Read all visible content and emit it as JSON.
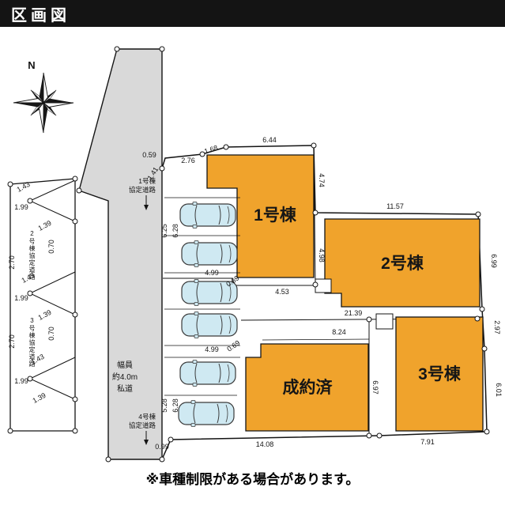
{
  "header": {
    "title": "区画図"
  },
  "footer": {
    "note": "※車種制限がある場合があります。"
  },
  "compass": {
    "label": "N"
  },
  "buildings": {
    "b1": {
      "label": "1号棟"
    },
    "b2": {
      "label": "2号棟"
    },
    "b3": {
      "label": "3号棟"
    },
    "sold": {
      "label": "成約済"
    }
  },
  "annotations": {
    "road1_line1": "1号棟",
    "road1_line2": "協定道路",
    "road4_line1": "4号棟",
    "road4_line2": "協定道路",
    "private_road_line1": "幅員",
    "private_road_line2": "約4.0m",
    "private_road_line3": "私道",
    "easement2": "2号棟協定道路",
    "easement3": "3号棟協定道路"
  },
  "dims": {
    "d059": "0.59",
    "d276": "2.76",
    "d168": "1.68",
    "d644": "6.44",
    "d141": "1.41",
    "d625": "6.25",
    "d628a": "6.28",
    "d474": "4.74",
    "d1157": "11.57",
    "d498": "4.98",
    "d699": "6.99",
    "d499a": "4.99",
    "d069a": "0.69",
    "d453": "4.53",
    "d2139": "21.39",
    "d824": "8.24",
    "d297": "2.97",
    "d069b": "0.69",
    "d499b": "4.99",
    "d697": "6.97",
    "d601": "6.01",
    "d528": "5.28",
    "d628b": "6.28",
    "d099": "0.99",
    "d1408": "14.08",
    "d791": "7.91",
    "s143a": "1.43",
    "s199a": "1.99",
    "s139a": "1.39",
    "s070a": "0.70",
    "s270a": "2.70",
    "s143b": "1.43",
    "s199b": "1.99",
    "s139b": "1.39",
    "s070b": "0.70",
    "s270b": "2.70",
    "s143c": "1.43",
    "s199c": "1.99",
    "s139c": "1.39"
  },
  "colors": {
    "building": "#f0a32c",
    "road": "#d9d9d9",
    "car": "#cfe9f2",
    "header_bg": "#141414"
  }
}
